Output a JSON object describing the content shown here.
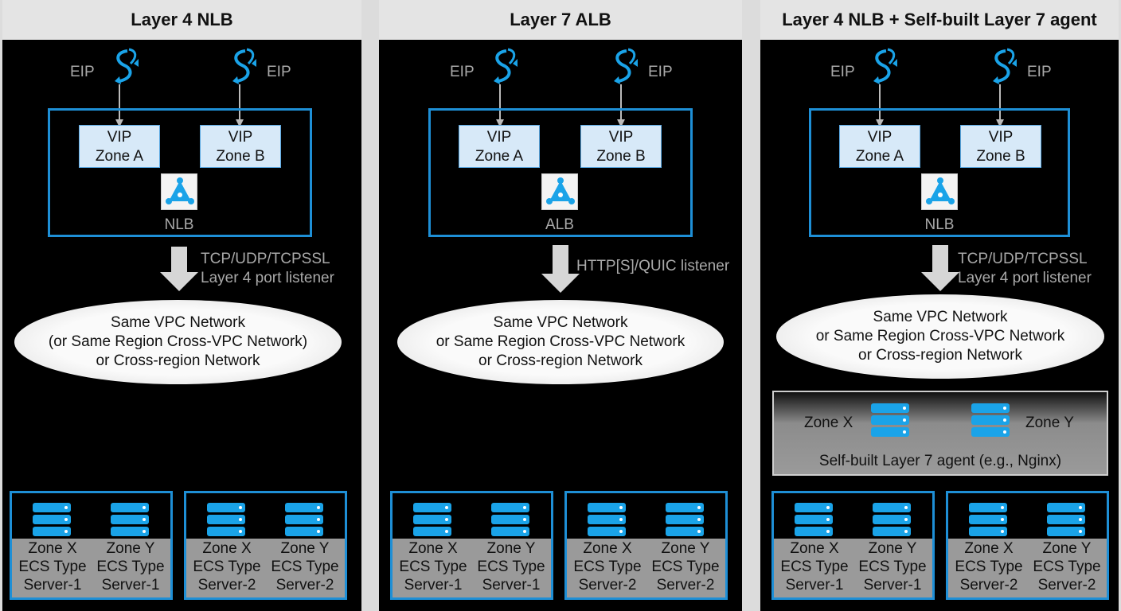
{
  "panels": [
    {
      "title": "Layer 4 NLB",
      "eip_left": "EIP",
      "eip_right": "EIP",
      "vip_a": [
        "VIP",
        "Zone A"
      ],
      "vip_b": [
        "VIP",
        "Zone B"
      ],
      "lb_name": "NLB",
      "listener": [
        "TCP/UDP/TCPSSL",
        "Layer 4 port listener"
      ],
      "network": [
        "Same VPC Network",
        "(or Same Region Cross-VPC Network)",
        "or Cross-region Network"
      ],
      "groups": [
        {
          "cols": [
            [
              "Zone X",
              "ECS Type",
              "Server-1"
            ],
            [
              "Zone Y",
              "ECS Type",
              "Server-1"
            ]
          ]
        },
        {
          "cols": [
            [
              "Zone X",
              "ECS Type",
              "Server-2"
            ],
            [
              "Zone Y",
              "ECS Type",
              "Server-2"
            ]
          ]
        }
      ]
    },
    {
      "title": "Layer 7 ALB",
      "eip_left": "EIP",
      "eip_right": "EIP",
      "vip_a": [
        "VIP",
        "Zone A"
      ],
      "vip_b": [
        "VIP",
        "Zone B"
      ],
      "lb_name": "ALB",
      "listener": [
        "HTTP[S]/QUIC listener"
      ],
      "network": [
        "Same VPC Network",
        "or Same Region Cross-VPC Network",
        "or Cross-region Network"
      ],
      "groups": [
        {
          "cols": [
            [
              "Zone X",
              "ECS Type",
              "Server-1"
            ],
            [
              "Zone Y",
              "ECS Type",
              "Server-1"
            ]
          ]
        },
        {
          "cols": [
            [
              "Zone X",
              "ECS Type",
              "Server-2"
            ],
            [
              "Zone Y",
              "ECS Type",
              "Server-2"
            ]
          ]
        }
      ]
    },
    {
      "title": "Layer 4 NLB + Self-built Layer 7 agent",
      "eip_left": "EIP",
      "eip_right": "EIP",
      "vip_a": [
        "VIP",
        "Zone A"
      ],
      "vip_b": [
        "VIP",
        "Zone B"
      ],
      "lb_name": "NLB",
      "listener": [
        "TCP/UDP/TCPSSL",
        "Layer 4 port listener"
      ],
      "network": [
        "Same VPC Network",
        "or Same Region Cross-VPC Network",
        "or Cross-region Network"
      ],
      "agent": {
        "zone_x": "Zone X",
        "zone_y": "Zone Y",
        "label": "Self-built Layer 7 agent (e.g., Nginx)"
      },
      "groups": [
        {
          "cols": [
            [
              "Zone X",
              "ECS Type",
              "Server-1"
            ],
            [
              "Zone Y",
              "ECS Type",
              "Server-1"
            ]
          ]
        },
        {
          "cols": [
            [
              "Zone X",
              "ECS Type",
              "Server-2"
            ],
            [
              "Zone Y",
              "ECS Type",
              "Server-2"
            ]
          ]
        }
      ]
    }
  ],
  "colors": {
    "accent": "#1e8fd6",
    "server": "#1aa3e8",
    "header_bg": "#e4e4e4",
    "panel_bg": "#000000"
  },
  "icons": {
    "eip": "eip-swirl-icon",
    "lb": "load-balancer-icon",
    "server": "server-stack-icon",
    "arrow": "down-arrow-icon"
  }
}
